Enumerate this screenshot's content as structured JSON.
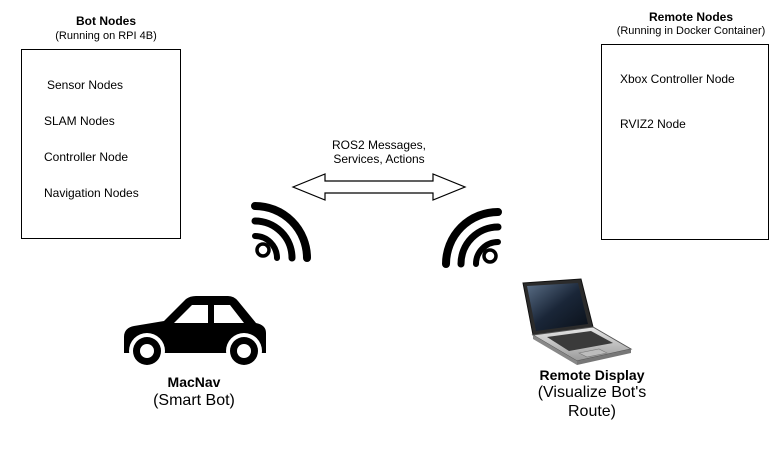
{
  "bot_nodes": {
    "title": "Bot Nodes",
    "subtitle": "(Running on RPI 4B)",
    "items": [
      "Sensor Nodes",
      "SLAM Nodes",
      "Controller Node",
      "Navigation Nodes"
    ]
  },
  "remote_nodes": {
    "title": "Remote Nodes",
    "subtitle": "(Running in Docker Container)",
    "items": [
      "Xbox Controller Node",
      "RVIZ2 Node"
    ]
  },
  "link": {
    "line1": "ROS2 Messages,",
    "line2": "Services, Actions"
  },
  "bot": {
    "name": "MacNav",
    "description": "(Smart Bot)",
    "icon": "car-icon"
  },
  "display": {
    "name": "Remote Display",
    "description_line1": "(Visualize Bot's",
    "description_line2": "Route)",
    "icon": "laptop-icon"
  },
  "icons": {
    "wifi_left": "wifi-signal-icon",
    "wifi_right": "wifi-signal-icon",
    "arrow": "double-arrow-icon"
  }
}
